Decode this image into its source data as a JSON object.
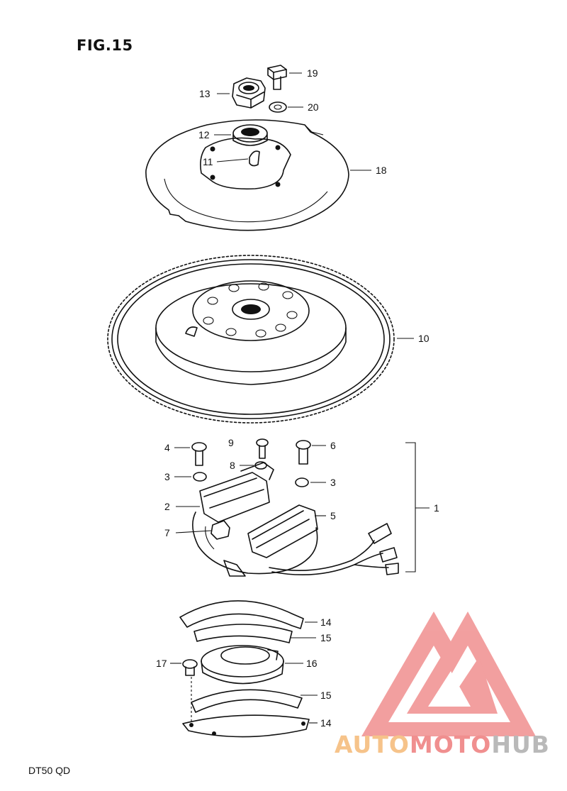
{
  "figure": {
    "title": "FIG.15",
    "model": "DT50 QD"
  },
  "parts": [
    {
      "id": "19",
      "label": "19"
    },
    {
      "id": "13",
      "label": "13"
    },
    {
      "id": "20",
      "label": "20"
    },
    {
      "id": "12",
      "label": "12"
    },
    {
      "id": "11",
      "label": "11"
    },
    {
      "id": "18",
      "label": "18"
    },
    {
      "id": "10",
      "label": "10"
    },
    {
      "id": "4",
      "label": "4"
    },
    {
      "id": "9",
      "label": "9"
    },
    {
      "id": "6",
      "label": "6"
    },
    {
      "id": "8",
      "label": "8"
    },
    {
      "id": "3a",
      "label": "3"
    },
    {
      "id": "3b",
      "label": "3"
    },
    {
      "id": "2",
      "label": "2"
    },
    {
      "id": "5",
      "label": "5"
    },
    {
      "id": "1",
      "label": "1"
    },
    {
      "id": "7",
      "label": "7"
    },
    {
      "id": "14a",
      "label": "14"
    },
    {
      "id": "15a",
      "label": "15"
    },
    {
      "id": "17",
      "label": "17"
    },
    {
      "id": "16",
      "label": "16"
    },
    {
      "id": "15b",
      "label": "15"
    },
    {
      "id": "14b",
      "label": "14"
    }
  ],
  "watermark": {
    "part1": "AUTO",
    "part2": "MOTO",
    "part3": "HUB",
    "logo_color": "#f08f8f",
    "accent_color": "#f6c38a"
  }
}
